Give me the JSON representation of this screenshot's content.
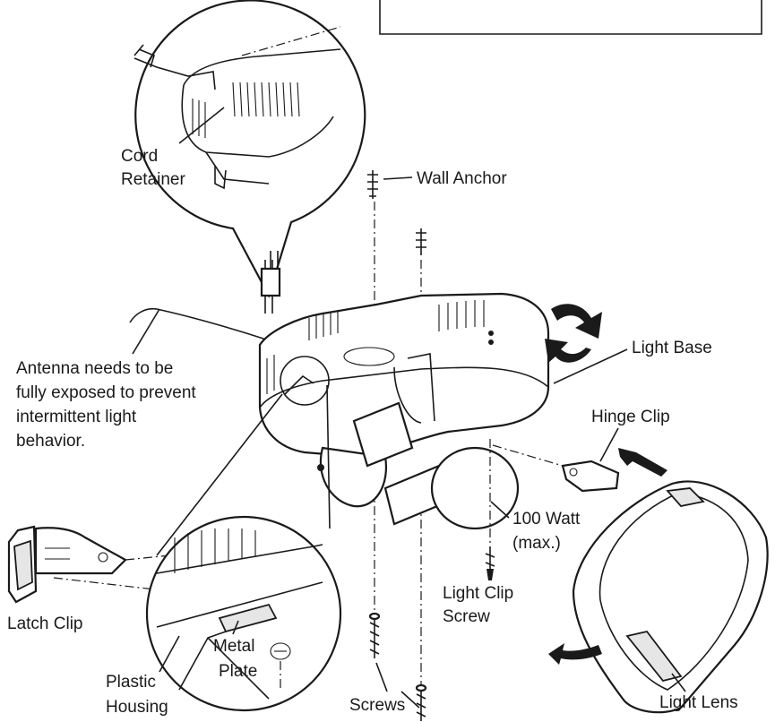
{
  "labels": {
    "cord_retainer": [
      "Cord",
      "Retainer"
    ],
    "wall_anchor": "Wall Anchor",
    "antenna_note": [
      "Antenna needs to be",
      "fully exposed to prevent",
      "intermittent light",
      "behavior."
    ],
    "light_base": "Light Base",
    "hinge_clip": "Hinge Clip",
    "bulb": [
      "100 Watt",
      "(max.)"
    ],
    "light_clip_screw": [
      "Light Clip",
      "Screw"
    ],
    "latch_clip": "Latch Clip",
    "metal_plate": [
      "Metal",
      "Plate"
    ],
    "plastic_housing": [
      "Plastic",
      "Housing"
    ],
    "screws": "Screws",
    "light_lens": "Light Lens"
  }
}
